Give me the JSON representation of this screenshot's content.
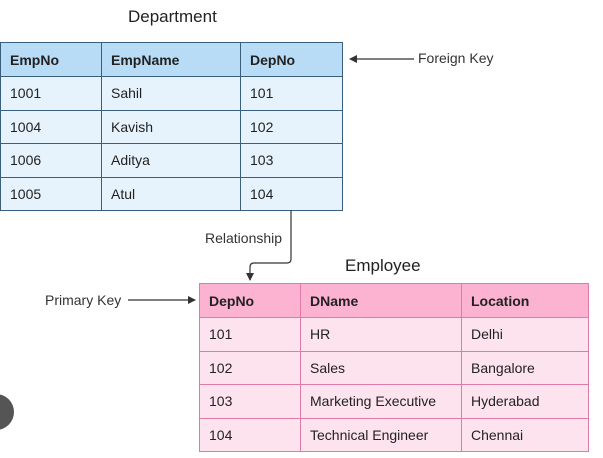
{
  "department": {
    "title": "Department",
    "columns": [
      "EmpNo",
      "EmpName",
      "DepNo"
    ],
    "rows": [
      [
        "1001",
        "Sahil",
        "101"
      ],
      [
        "1004",
        "Kavish",
        "102"
      ],
      [
        "1006",
        "Aditya",
        "103"
      ],
      [
        "1005",
        "Atul",
        "104"
      ]
    ]
  },
  "employee": {
    "title": "Employee",
    "columns": [
      "DepNo",
      "DName",
      "Location"
    ],
    "rows": [
      [
        "101",
        "HR",
        "Delhi"
      ],
      [
        "102",
        "Sales",
        "Bangalore"
      ],
      [
        "103",
        "Marketing Executive",
        "Hyderabad"
      ],
      [
        "104",
        "Technical Engineer",
        "Chennai"
      ]
    ]
  },
  "annotations": {
    "foreign_key": "Foreign Key",
    "relationship": "Relationship",
    "primary_key": "Primary Key"
  },
  "colors": {
    "dept_header": "#b8dcf6",
    "dept_cell": "#e6f3fc",
    "dept_border": "#3a5f7d",
    "emp_header": "#fbb3d1",
    "emp_cell": "#fde3ee",
    "emp_border": "#e07ba8",
    "arrow": "#333333"
  }
}
